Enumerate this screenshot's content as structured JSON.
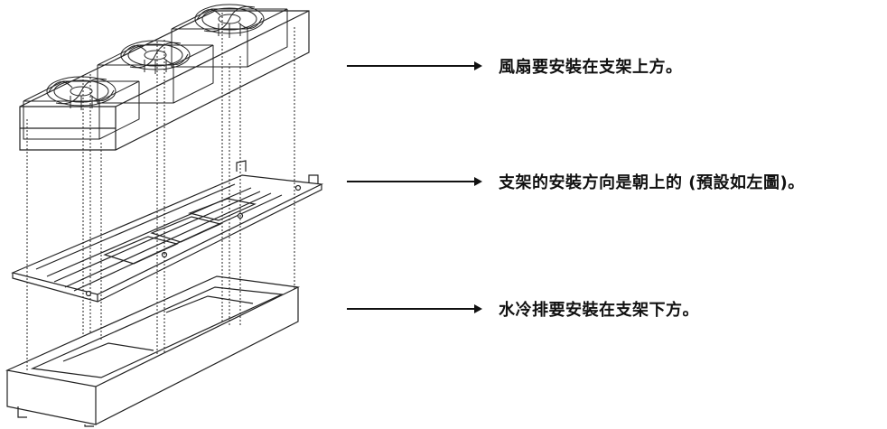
{
  "labels": {
    "fan": "風扇要安裝在支架上方。",
    "bracket": "支架的安裝方向是朝上的 (預設如左圖)。",
    "radiator": "水冷排要安裝在支架下方。"
  },
  "parts": [
    "fan-assembly",
    "mounting-bracket",
    "radiator"
  ],
  "colors": {
    "line": "#111111",
    "background": "#ffffff"
  }
}
